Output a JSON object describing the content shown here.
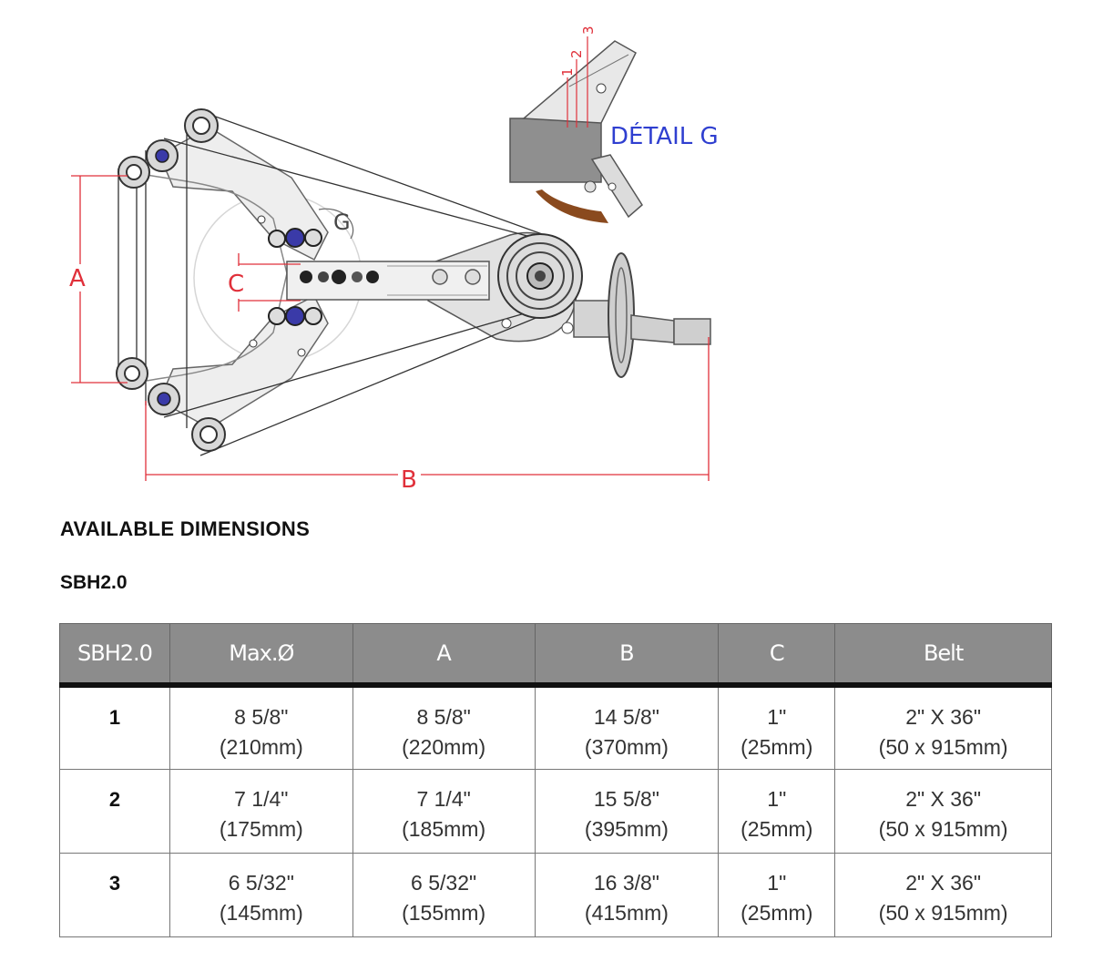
{
  "diagram": {
    "dim_a": "A",
    "dim_b": "B",
    "dim_c": "C",
    "detail_ref": "G",
    "detail_title": "DÉTAIL G",
    "position_numbers": [
      "1",
      "2",
      "3"
    ]
  },
  "section_title": "AVAILABLE DIMENSIONS",
  "model_title": "SBH2.0",
  "table": {
    "headers": [
      "SBH2.0",
      "Max.Ø",
      "A",
      "B",
      "C",
      "Belt"
    ],
    "rows": [
      {
        "pos": "1",
        "max": {
          "imperial": "8 5/8\"",
          "metric": "(210mm)"
        },
        "a": {
          "imperial": "8 5/8\"",
          "metric": "(220mm)"
        },
        "b": {
          "imperial": "14 5/8\"",
          "metric": "(370mm)"
        },
        "c": {
          "imperial": "1\"",
          "metric": "(25mm)"
        },
        "belt": {
          "imperial": "2\" X 36\"",
          "metric": "(50 x 915mm)"
        }
      },
      {
        "pos": "2",
        "max": {
          "imperial": "7 1/4\"",
          "metric": "(175mm)"
        },
        "a": {
          "imperial": "7 1/4\"",
          "metric": "(185mm)"
        },
        "b": {
          "imperial": "15 5/8\"",
          "metric": "(395mm)"
        },
        "c": {
          "imperial": "1\"",
          "metric": "(25mm)"
        },
        "belt": {
          "imperial": "2\" X 36\"",
          "metric": "(50 x 915mm)"
        }
      },
      {
        "pos": "3",
        "max": {
          "imperial": "6 5/32\"",
          "metric": "(145mm)"
        },
        "a": {
          "imperial": "6 5/32\"",
          "metric": "(155mm)"
        },
        "b": {
          "imperial": "16 3/8\"",
          "metric": "(415mm)"
        },
        "c": {
          "imperial": "1\"",
          "metric": "(25mm)"
        },
        "belt": {
          "imperial": "2\" X 36\"",
          "metric": "(50 x 915mm)"
        }
      }
    ]
  },
  "colors": {
    "dimension_lines": "#e0303a",
    "detail_text": "#2f3fd0",
    "header_bg": "#8c8c8c",
    "header_rule": "#111111",
    "part_fill": "#e6e6e6",
    "part_stroke": "#555555",
    "bearing_center": "#3a3aa8"
  },
  "icons": [
    "pulley-wheel",
    "handwheel",
    "bearing"
  ]
}
